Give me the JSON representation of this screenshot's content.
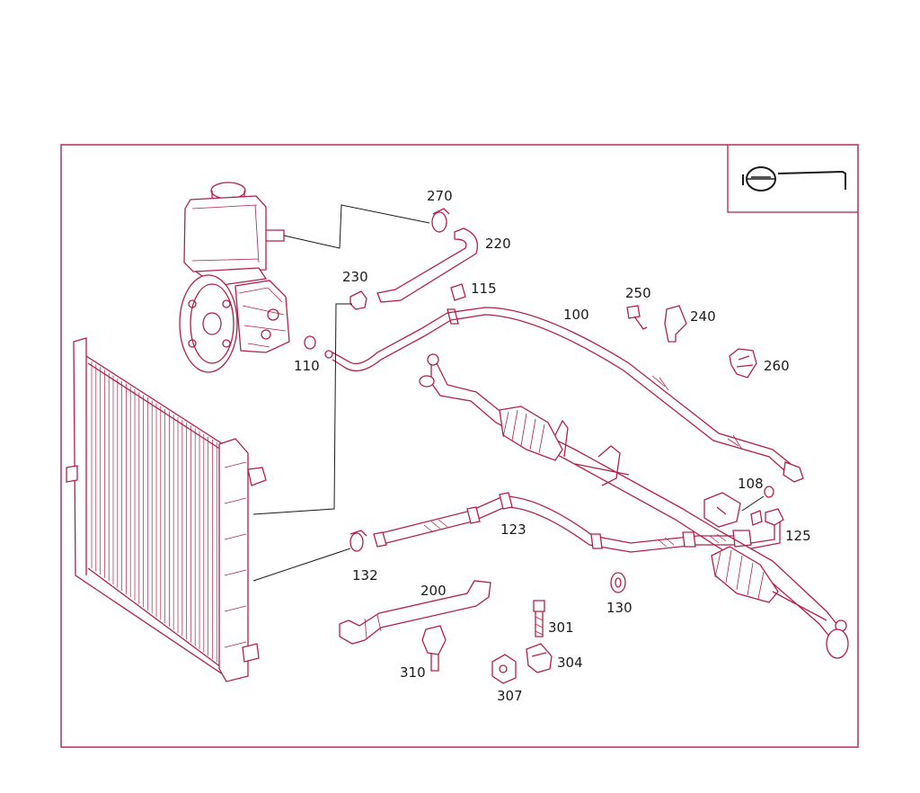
{
  "parts": [
    {
      "id": "p270",
      "label": "270"
    },
    {
      "id": "p220",
      "label": "220"
    },
    {
      "id": "p230",
      "label": "230"
    },
    {
      "id": "p115",
      "label": "115"
    },
    {
      "id": "p110",
      "label": "110"
    },
    {
      "id": "p100",
      "label": "100"
    },
    {
      "id": "p250",
      "label": "250"
    },
    {
      "id": "p240",
      "label": "240"
    },
    {
      "id": "p260",
      "label": "260"
    },
    {
      "id": "p108",
      "label": "108"
    },
    {
      "id": "p125",
      "label": "125"
    },
    {
      "id": "p123",
      "label": "123"
    },
    {
      "id": "p132",
      "label": "132"
    },
    {
      "id": "p200",
      "label": "200"
    },
    {
      "id": "p130",
      "label": "130"
    },
    {
      "id": "p301",
      "label": "301"
    },
    {
      "id": "p304",
      "label": "304"
    },
    {
      "id": "p310",
      "label": "310"
    },
    {
      "id": "p307",
      "label": "307"
    }
  ],
  "colors": {
    "line": "#b0204a",
    "text": "#1a1a1a",
    "background": "#ffffff"
  },
  "icons": {
    "steering_symbol": "steering-wheel-icon"
  }
}
